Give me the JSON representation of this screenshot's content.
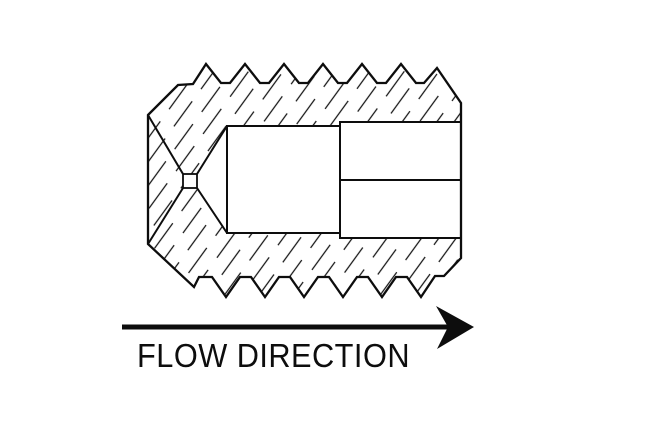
{
  "diagram": {
    "type": "technical-cross-section",
    "subject": "threaded nozzle orifice fitting, sectional view with hatching",
    "label": "FLOW DIRECTION",
    "arrow_icon": "right-arrow",
    "ink_color": "#0d0d0d",
    "background_color": "#ffffff"
  }
}
